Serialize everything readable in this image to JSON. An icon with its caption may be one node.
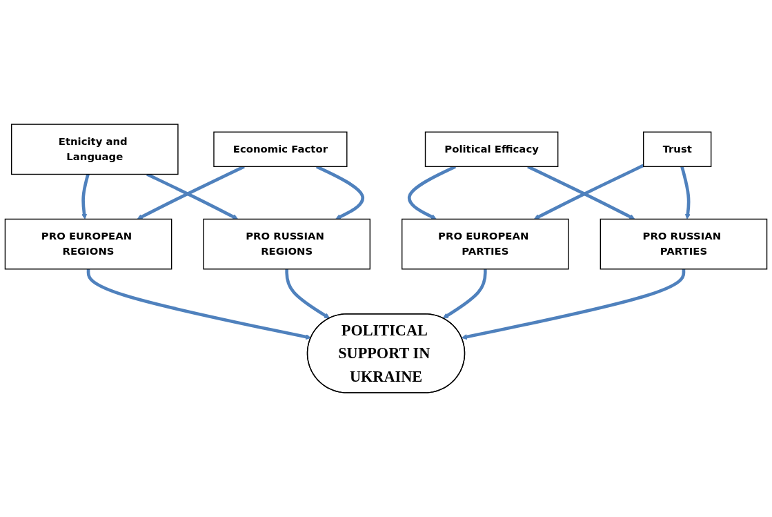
{
  "diagram": {
    "nodes": [
      {
        "text": [
          "Etnicity and Language"
        ]
      },
      {
        "text": [
          "Economic Factor"
        ]
      },
      {
        "text": [
          "PRO EUROPEAN REGIONS"
        ]
      },
      {
        "text": [
          "PRO RUSSIAN REGIONS"
        ]
      },
      {
        "text": [
          "POLITICAL SUPPORT IN UKRAINE"
        ]
      },
      {
        "text": [
          "PRO EUROPEAN PARTIES"
        ]
      },
      {
        "text": [
          "Political Efficacy"
        ]
      },
      {
        "text": [
          "PRO RUSSIAN PARTIES"
        ]
      },
      {
        "text": [
          "Trust"
        ]
      }
    ],
    "edges": [
      {
        "from": 0,
        "to": 2,
        "arrow": "to"
      },
      {
        "from": 0,
        "to": 3,
        "arrow": "to"
      },
      {
        "from": 1,
        "to": 2,
        "arrow": "to"
      },
      {
        "from": 1,
        "to": 3,
        "arrow": "to"
      },
      {
        "from": 2,
        "to": 4,
        "arrow": "to"
      },
      {
        "from": 3,
        "to": 4,
        "arrow": "to"
      },
      {
        "from": 5,
        "to": 4,
        "arrow": "to"
      },
      {
        "from": 7,
        "to": 4,
        "arrow": "to"
      },
      {
        "from": 6,
        "to": 5,
        "arrow": "to"
      },
      {
        "from": 6,
        "to": 7,
        "arrow": "to"
      },
      {
        "from": 8,
        "to": 5,
        "arrow": "to"
      },
      {
        "from": 8,
        "to": 7,
        "arrow": "to"
      }
    ]
  }
}
